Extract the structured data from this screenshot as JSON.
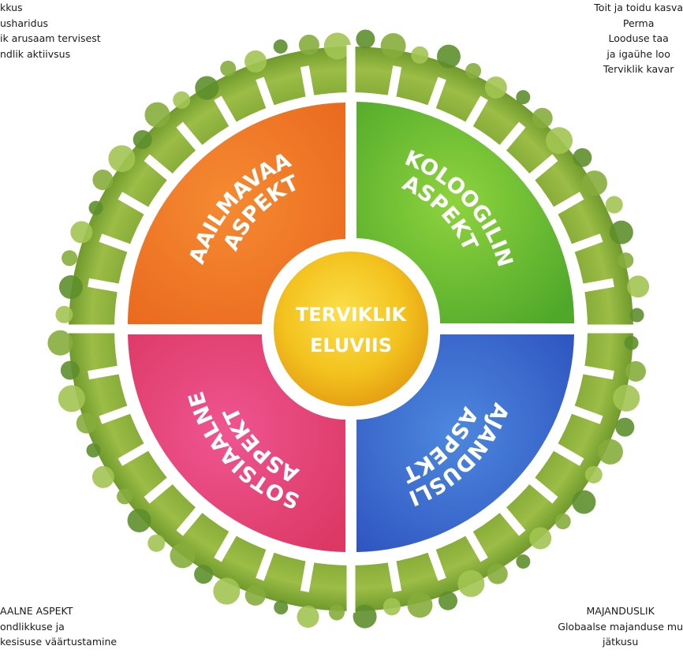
{
  "center": {
    "line1": "TERVIKLIK",
    "line2": "ELUVIIS"
  },
  "quadrants": [
    {
      "id": "worldview",
      "line1": "MAAILMAVAATE",
      "line2": "ASPEKT",
      "color": "#f07a2a"
    },
    {
      "id": "ecological",
      "line1": "ÖKOLOOGILINE",
      "line2": "ASPEKT",
      "color": "#6cc13a"
    },
    {
      "id": "economic",
      "line1": "MAJANDUSLIK",
      "line2": "ASPEKT",
      "color": "#3f6fd0"
    },
    {
      "id": "social",
      "line1": "SOTSIAALNE",
      "line2": "ASPEKT",
      "color": "#e84a7a"
    }
  ],
  "corners": {
    "top_left": [
      "kkus",
      "usharidus",
      "ik arusaam tervisest",
      "ndlik aktiivsus"
    ],
    "top_right": [
      "Toit ja toidu kasva",
      "Perma",
      "Looduse taa",
      "ja igaühe loo",
      "Terviklik kavar"
    ],
    "bottom_left": [
      "AALNE ASPEKT",
      "ondlikkuse ja",
      "kesisuse väärtustamine"
    ],
    "bottom_right": [
      "MAJANDUSLIK",
      "Globaalse majanduse mu",
      "jätkusu"
    ]
  },
  "colors": {
    "ring_green": "#8fb23a",
    "ring_dark": "#5c8a2a",
    "sun": "#f2c01e"
  }
}
